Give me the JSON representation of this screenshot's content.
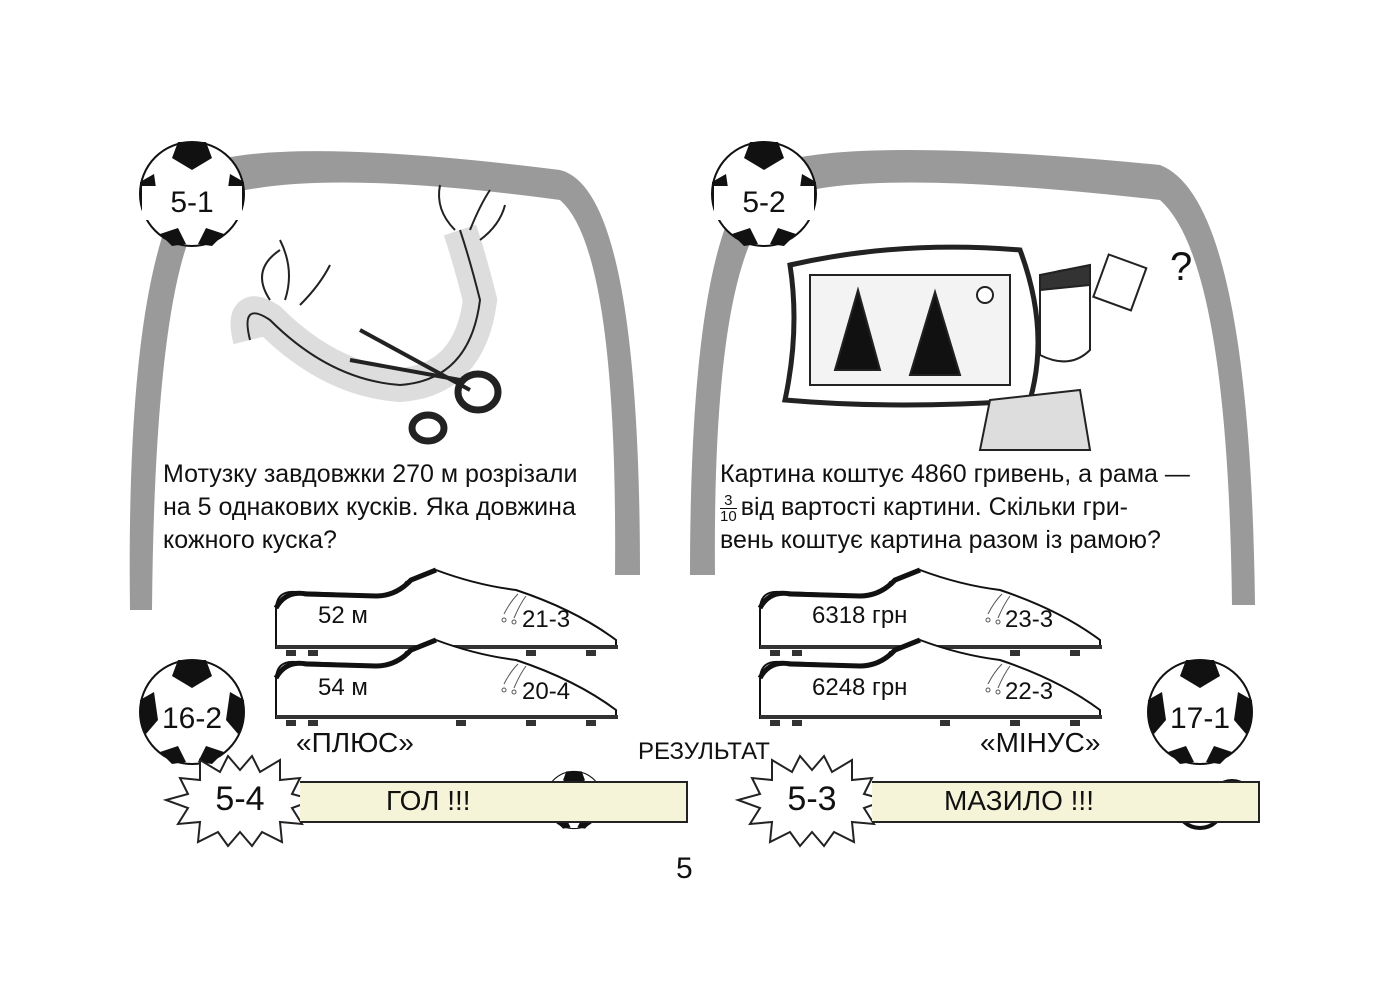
{
  "tasks": [
    {
      "id": "5-1",
      "text_lines": [
        "Мотузку завдовжки 270 м розрізали",
        "на 5 однакових кусків. Яка довжина",
        "кожного куска?"
      ]
    },
    {
      "id": "5-2",
      "line1": "Картина коштує 4860 гривень, а рама —",
      "frac_num": "3",
      "frac_den": "10",
      "line2_rest": "від вартості картини. Скільки гри-",
      "line3": "вень коштує картина разом із рамою?"
    }
  ],
  "answers_left": [
    {
      "value": "52 м",
      "next": "21-3"
    },
    {
      "value": "54 м",
      "next": "20-4"
    }
  ],
  "answers_right": [
    {
      "value": "6318 грн",
      "next": "23-3"
    },
    {
      "value": "6248 грн",
      "next": "22-3"
    }
  ],
  "balls": {
    "plus": "16-2",
    "minus": "17-1"
  },
  "labels": {
    "plus": "«ПЛЮС»",
    "minus": "«МІНУС»",
    "result": "РЕЗУЛЬТАТ"
  },
  "results": [
    {
      "id": "5-4",
      "text": "ГОЛ !!!"
    },
    {
      "id": "5-3",
      "text": "МАЗИЛО !!!"
    }
  ],
  "page_number": "5",
  "colors": {
    "arch": "#9a9a9a",
    "bar": "#f6f4d8"
  }
}
